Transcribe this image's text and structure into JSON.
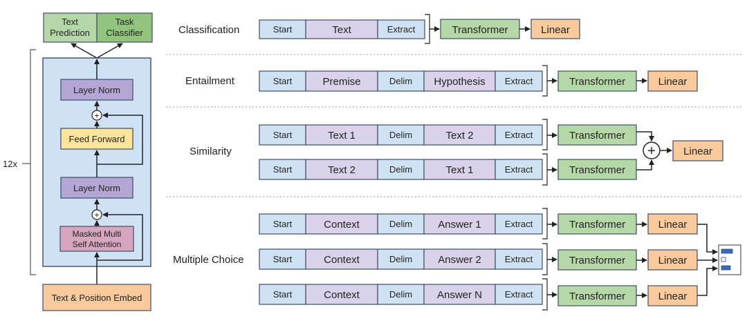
{
  "architecture": {
    "heads": [
      "Text Prediction",
      "Task Classifier"
    ],
    "repeat_label": "12x",
    "layer_norm_label": "Layer Norm",
    "feed_forward_label": "Feed Forward",
    "attention_label": "Masked Multi Self Attention",
    "embed_label": "Text & Position Embed",
    "add_symbol": "+"
  },
  "tasks": {
    "classification": "Classification",
    "entailment": "Entailment",
    "similarity": "Similarity",
    "multiple_choice": "Multiple Choice"
  },
  "tokens": {
    "start": "Start",
    "extract": "Extract",
    "delim": "Delim",
    "text": "Text",
    "premise": "Premise",
    "hypothesis": "Hypothesis",
    "text1": "Text 1",
    "text2": "Text 2",
    "context": "Context",
    "answer1": "Answer 1",
    "answer2": "Answer 2",
    "answerN": "Answer N"
  },
  "heads": {
    "transformer": "Transformer",
    "linear": "Linear",
    "plus_symbol": "+"
  },
  "colors": {
    "start_fill": "#cfe2f3",
    "token_fill": "#d9d2e9",
    "transformer_fill": "#b6d7a8",
    "linear_fill": "#f9cb9c",
    "layernorm_fill": "#b4a7d6",
    "feedforward_fill": "#ffe599",
    "attention_fill": "#d5a6bd",
    "block_fill": "#cfe2f3",
    "head_text_fill": "#b6d7a8",
    "head_task_fill": "#93c47d",
    "outline": "#3c4d66"
  }
}
